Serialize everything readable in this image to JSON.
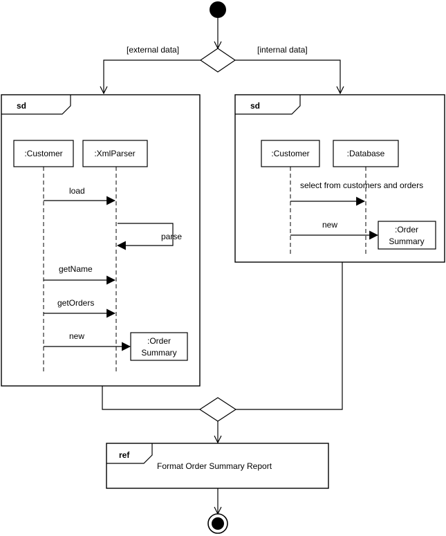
{
  "guards": {
    "external": "[external data]",
    "internal": "[internal data]"
  },
  "left_frame": {
    "tag": "sd",
    "lifelines": [
      ":Customer",
      ":XmlParser"
    ],
    "messages": [
      "load",
      "parse",
      "getName",
      "getOrders",
      "new"
    ],
    "created_object": [
      ":Order",
      "Summary"
    ]
  },
  "right_frame": {
    "tag": "sd",
    "lifelines": [
      ":Customer",
      ":Database"
    ],
    "messages": [
      "select from customers and orders",
      "new"
    ],
    "created_object": [
      ":Order",
      "Summary"
    ]
  },
  "ref_frame": {
    "tag": "ref",
    "label": "Format Order Summary Report"
  }
}
